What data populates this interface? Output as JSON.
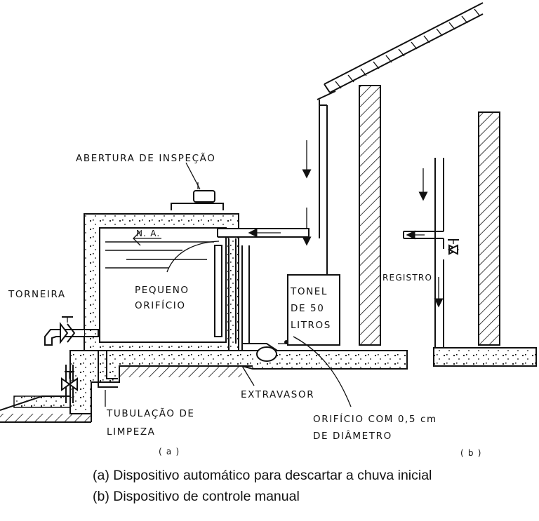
{
  "labels": {
    "abertura": "ABERTURA DE INSPEÇÃO",
    "na": "N. A.",
    "pequeno_1": "PEQUENO",
    "pequeno_2": "ORIFÍCIO",
    "torneira": "TORNEIRA",
    "tonel_1": "TONEL",
    "tonel_2": "DE 50",
    "tonel_3": "LITROS",
    "registro": "REGISTRO",
    "extravasor": "EXTRAVASOR",
    "tubulacao_1": "TUBULAÇÃO DE",
    "tubulacao_2": "LIMPEZA",
    "orificio_1": "ORIFÍCIO COM 0,5 cm",
    "orificio_2": "DE DIÂMETRO",
    "sub_a": "( a )",
    "sub_b": "( b )"
  },
  "caption": {
    "line_a": "(a) Dispositivo automático para descartar a chuva inicial",
    "line_b": "(b) Dispositivo de controle manual"
  }
}
